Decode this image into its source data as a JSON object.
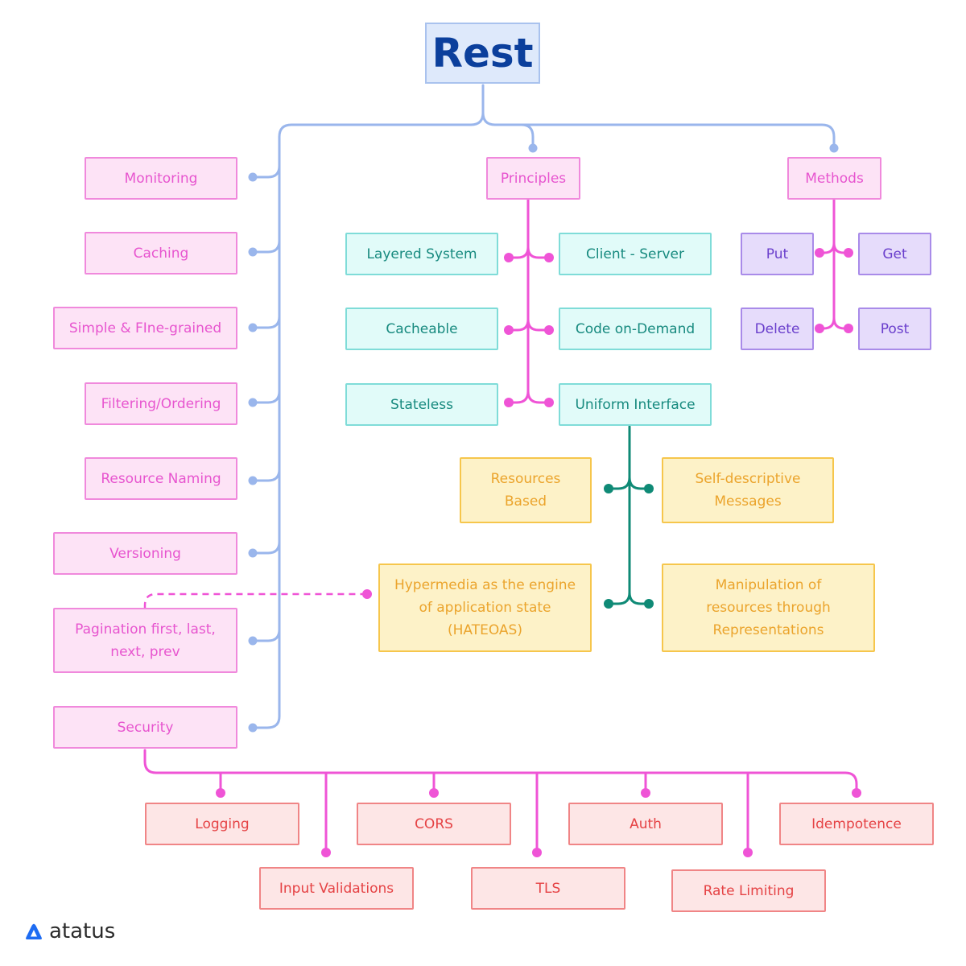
{
  "root": "Rest",
  "left_branch": [
    "Monitoring",
    "Caching",
    "Simple & FIne-grained",
    "Filtering/Ordering",
    "Resource Naming",
    "Versioning",
    "Pagination first, last,\nnext, prev",
    "Security"
  ],
  "principles": {
    "label": "Principles",
    "left": [
      "Layered System",
      "Cacheable",
      "Stateless"
    ],
    "right": [
      "Client - Server",
      "Code on-Demand",
      "Uniform Interface"
    ]
  },
  "uniform_interface": [
    "Resources\nBased",
    "Self-descriptive\nMessages",
    "Hypermedia as the engine\nof application state\n(HATEOAS)",
    "Manipulation of\nresources through\nRepresentations"
  ],
  "methods": {
    "label": "Methods",
    "items": [
      "Put",
      "Get",
      "Delete",
      "Post"
    ]
  },
  "security_items": [
    "Logging",
    "Input Validations",
    "CORS",
    "TLS",
    "Auth",
    "Rate Limiting",
    "Idempotence"
  ],
  "brand": "atatus",
  "colors": {
    "trunk": "#9ab6ec",
    "principles_line": "#ef54d6",
    "uniform_line": "#0f8a76",
    "root_text": "#0b3f9c"
  }
}
